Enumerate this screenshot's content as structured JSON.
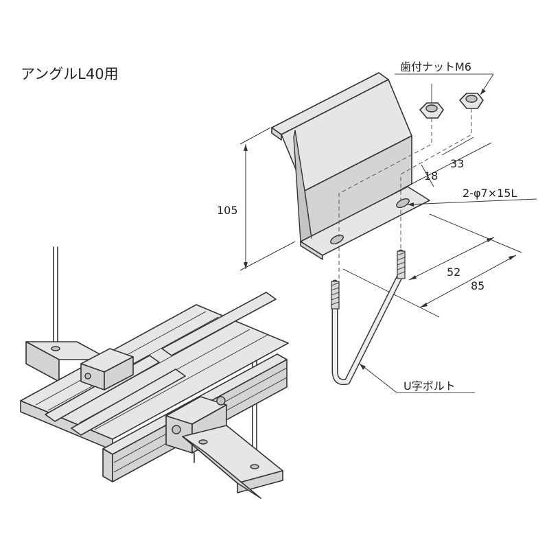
{
  "title": "アングルL40用",
  "labels": {
    "nut": "歯付ナットM6",
    "height": "105",
    "offset_18": "18",
    "offset_33": "33",
    "holes": "2-φ7×15L",
    "span_52": "52",
    "span_85": "85",
    "ubolt": "U字ボルト"
  },
  "colors": {
    "line": "#333333",
    "face_light": "#e6e6e6",
    "face_mid": "#d4d4d4",
    "face_dark": "#c4c4c4"
  }
}
